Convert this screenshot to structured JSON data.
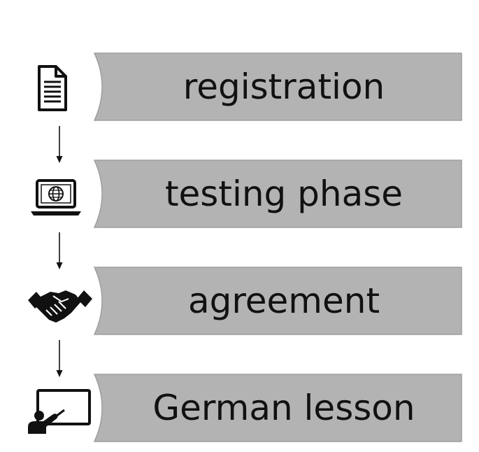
{
  "steps": [
    {
      "label": "registration",
      "icon": "document-icon"
    },
    {
      "label": "testing phase",
      "icon": "laptop-globe-icon"
    },
    {
      "label": "agreement",
      "icon": "handshake-icon"
    },
    {
      "label": "German lesson",
      "icon": "teacher-board-icon"
    }
  ],
  "colors": {
    "banner_fill": "#b3b3b3",
    "banner_stroke": "#9e9e9e",
    "icon": "#111111",
    "text": "#111111"
  }
}
